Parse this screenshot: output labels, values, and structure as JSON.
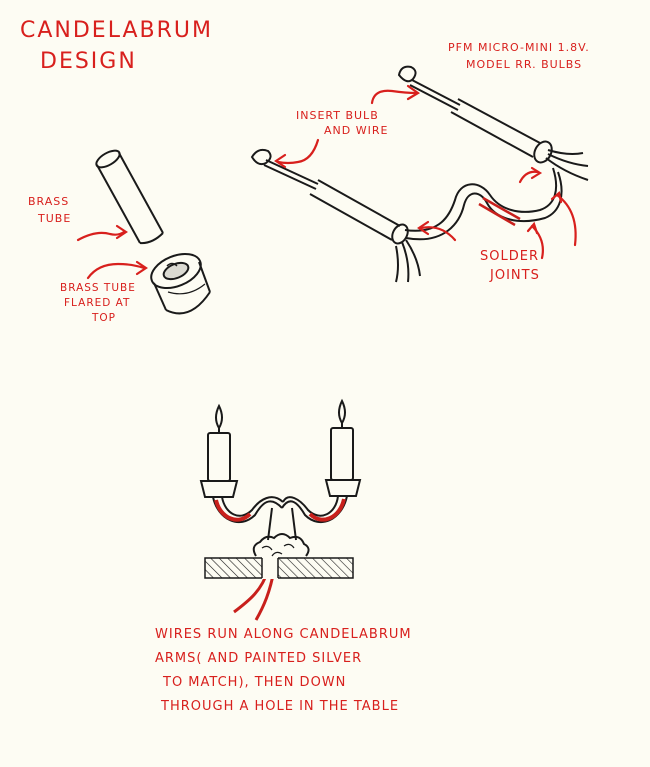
{
  "title": {
    "line1": "CANDELABRUM",
    "line2": "DESIGN"
  },
  "bulb_note": {
    "line1": "PFM MICRO-MINI 1.8V.",
    "line2": "MODEL RR. BULBS"
  },
  "insert_label": {
    "line1": "INSERT BULB",
    "line2": "AND WIRE"
  },
  "brass_tube_label": {
    "line1": "BRASS",
    "line2": "TUBE"
  },
  "flared_label": {
    "line1": "BRASS TUBE",
    "line2": "FLARED AT",
    "line3": "TOP"
  },
  "solder_label": {
    "line1": "SOLDER",
    "line2": "JOINTS"
  },
  "caption": {
    "line1": "WIRES RUN ALONG CANDELABRUM",
    "line2": "ARMS( AND PAINTED SILVER",
    "line3": "TO MATCH), THEN DOWN",
    "line4": "THROUGH A HOLE IN THE TABLE"
  },
  "colors": {
    "ink": "#1a1a1a",
    "annotation_red": "#d8201d",
    "wire_red": "#c8201c",
    "paper": "#fdfcf3"
  }
}
